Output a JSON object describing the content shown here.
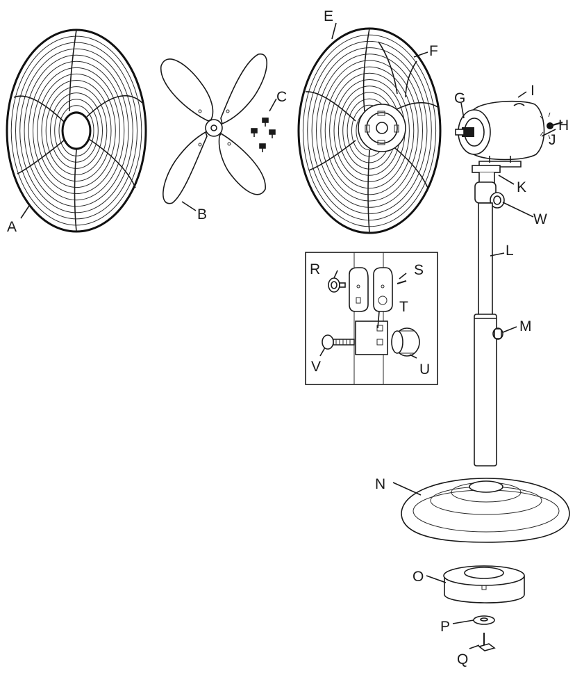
{
  "diagram": {
    "labels": {
      "A": "A",
      "B": "B",
      "C": "C",
      "E": "E",
      "F": "F",
      "G": "G",
      "H": "H",
      "I": "I",
      "J": "J",
      "K": "K",
      "L": "L",
      "M": "M",
      "N": "N",
      "O": "O",
      "P": "P",
      "Q": "Q",
      "R": "R",
      "S": "S",
      "T": "T",
      "U": "U",
      "V": "V",
      "W": "W"
    },
    "colors": {
      "line": "#1a1a1a",
      "background": "#ffffff"
    }
  }
}
